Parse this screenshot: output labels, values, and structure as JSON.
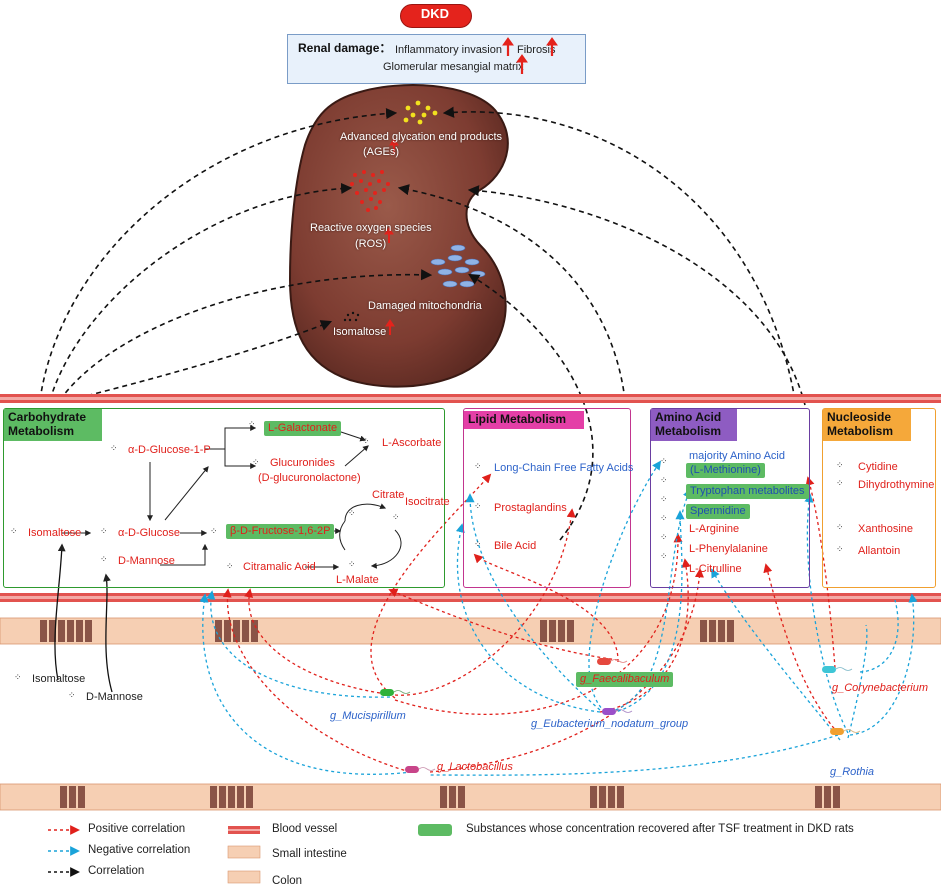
{
  "header": {
    "dkd": "DKD"
  },
  "renal": {
    "label": "Renal damage：",
    "inflammatory": "Inflammatory invasion",
    "fibrosis": "Fibrosis",
    "glomerular": "Glomerular mesangial matrix"
  },
  "kidney": {
    "ages_line1": "Advanced glycation end products",
    "ages_line2": "(AGEs)",
    "ros_line1": "Reactive oxygen species",
    "ros_line2": "(ROS)",
    "mito": "Damaged mitochondria",
    "isomaltose": "Isomaltose"
  },
  "carb": {
    "title_line1": "Carbohydrate",
    "title_line2": "Metabolism",
    "glucose1p": "α-D-Glucose-1-P",
    "galactonate": "L-Galactonate",
    "ascorbate": "L-Ascorbate",
    "glucuronides": "Glucuronides",
    "glucuronolactone": "(D-glucuronolactone)",
    "isomaltose": "Isomaltose",
    "glucose": "α-D-Glucose",
    "fructose": "β-D-Fructose-1,6-2P",
    "citrate": "Citrate",
    "isocitrate": "Isocitrate",
    "mannose": "D-Mannose",
    "citramalic": "Citramalic Acid",
    "malate": "L-Malate"
  },
  "lipid": {
    "title": "Lipid Metabolism",
    "lcffa": "Long-Chain Free Fatty Acids",
    "prostaglandins": "Prostaglandins",
    "bile": "Bile Acid"
  },
  "amino": {
    "title_line1": "Amino Acid",
    "title_line2": "Metabolism",
    "majority": "majority Amino Acid",
    "methionine": "(L-Methionine)",
    "tryptophan": "Tryptophan metabolites",
    "spermidine": "Spermidine",
    "arginine": "L-Arginine",
    "phenylalanine": "L-Phenylalanine",
    "citrulline": "L-Citrulline"
  },
  "nucleoside": {
    "title_line1": "Nucleoside",
    "title_line2": "Metabolism",
    "cytidine": "Cytidine",
    "dihydrothymine": "Dihydrothymine",
    "xanthosine": "Xanthosine",
    "allantoin": "Allantoin"
  },
  "intestine_inputs": {
    "isomaltose": "Isomaltose",
    "mannose": "D-Mannose"
  },
  "bacteria": {
    "faecalibaculum": "g_Faecalibaculum",
    "corynebacterium": "g_Corynebacterium",
    "mucispirillum": "g_Mucispirillum",
    "eubacterium": "g_Eubacterium_nodatum_group",
    "lactobacillus": "g_Lactobacillus",
    "rothia": "g_Rothia"
  },
  "legend": {
    "positive": "Positive correlation",
    "negative": "Negative correlation",
    "correlation": "Correlation",
    "blood_vessel": "Blood vessel",
    "small_intestine": "Small intestine",
    "colon": "Colon",
    "recovered": "Substances whose concentration recovered after TSF treatment in DKD rats"
  },
  "colors": {
    "positive": "#e0201b",
    "negative": "#1aa3d9",
    "correlation": "#111111",
    "highlight": "#5dbb63",
    "carb_border": "#2e9a2e",
    "lipid_border": "#c2358f",
    "amino_border": "#6a3ea1",
    "nucleoside_border": "#f0a030"
  }
}
